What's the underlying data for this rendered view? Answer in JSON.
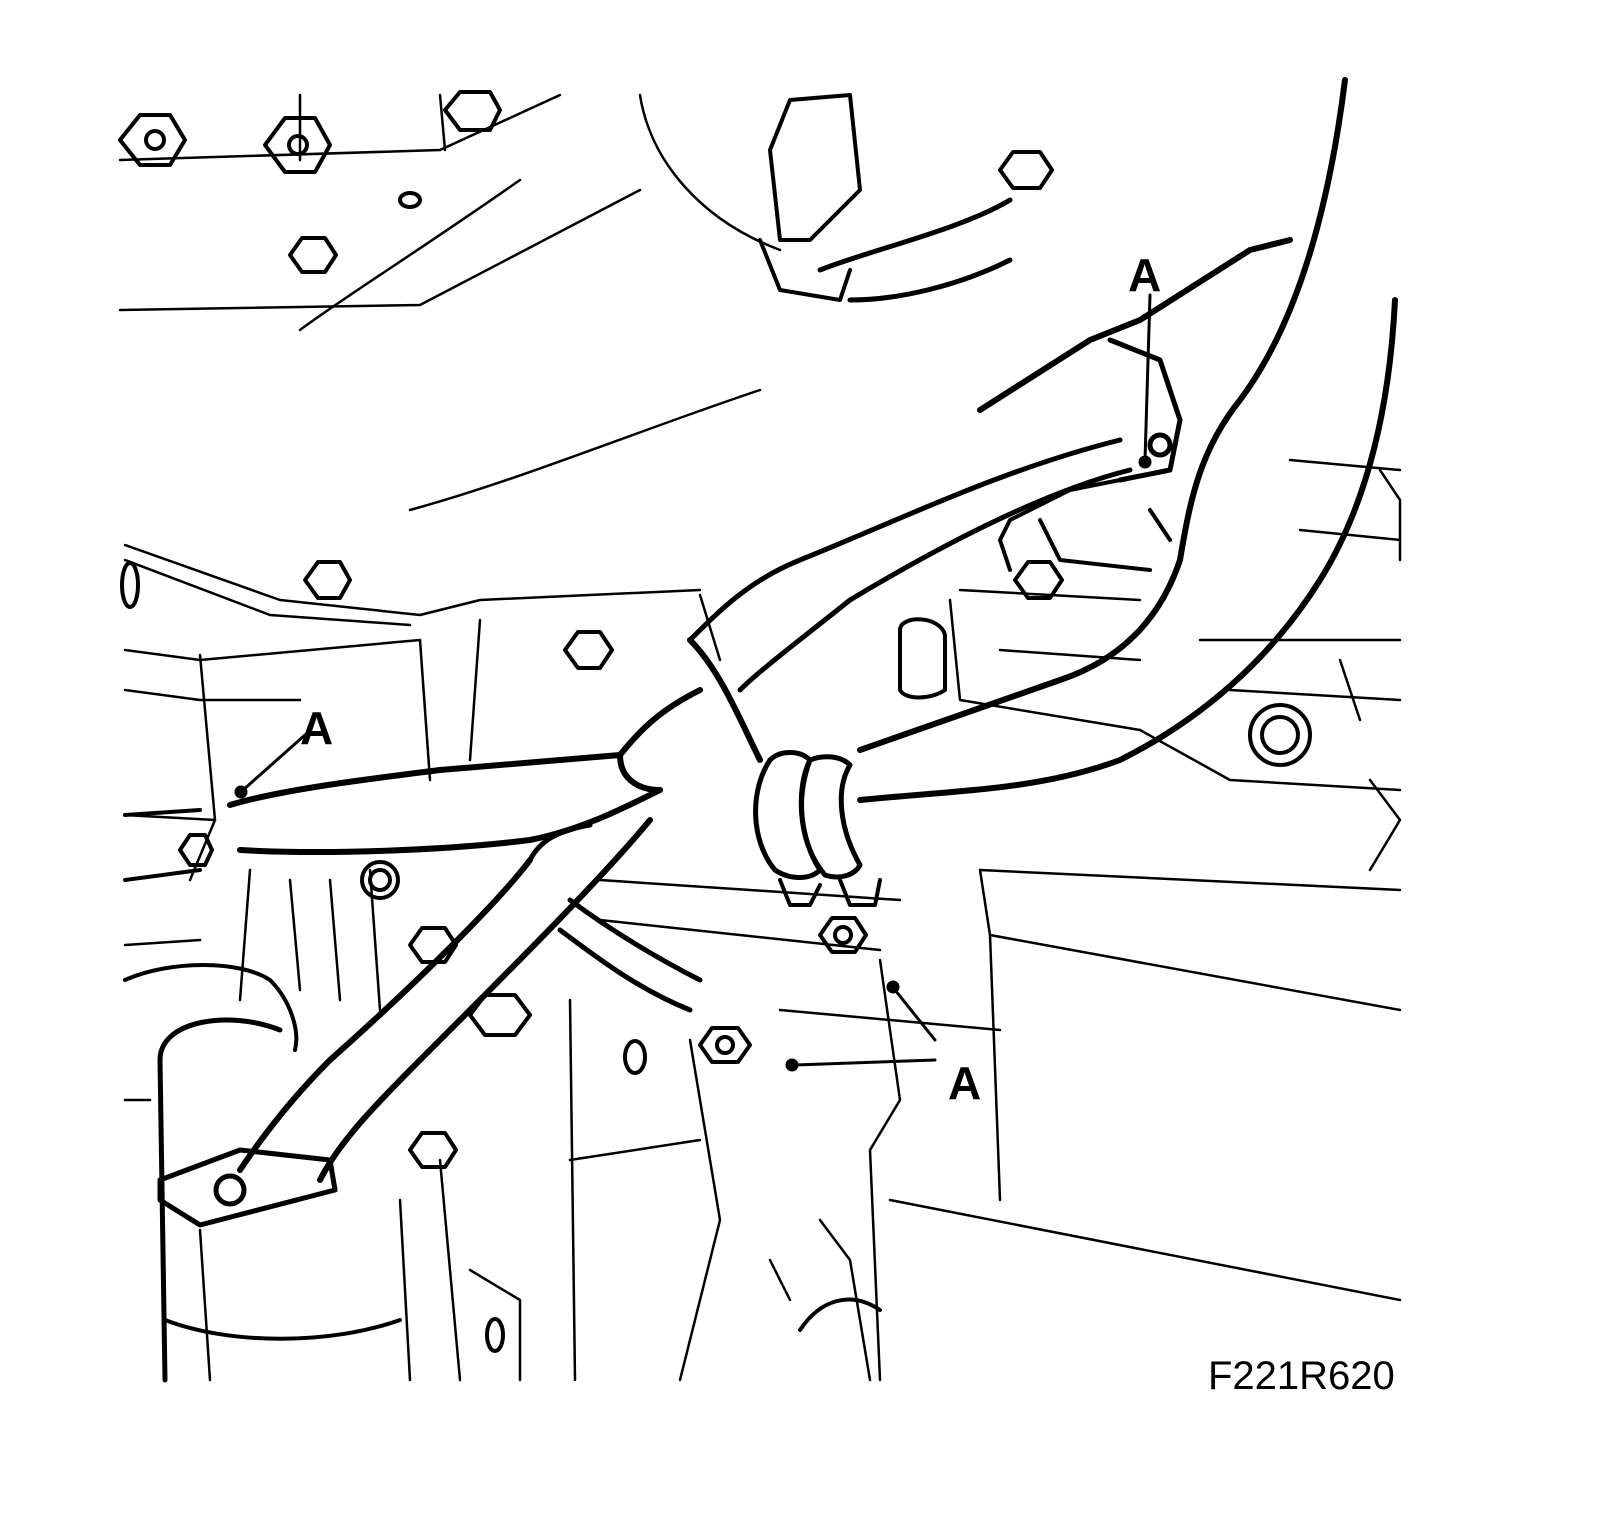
{
  "diagram": {
    "callouts": [
      {
        "id": "a-top",
        "text": "A"
      },
      {
        "id": "a-left",
        "text": "A"
      },
      {
        "id": "a-bottom",
        "text": "A"
      }
    ],
    "figure_id": "F221R620"
  },
  "colors": {
    "ink": "#000000",
    "paper": "#ffffff"
  }
}
